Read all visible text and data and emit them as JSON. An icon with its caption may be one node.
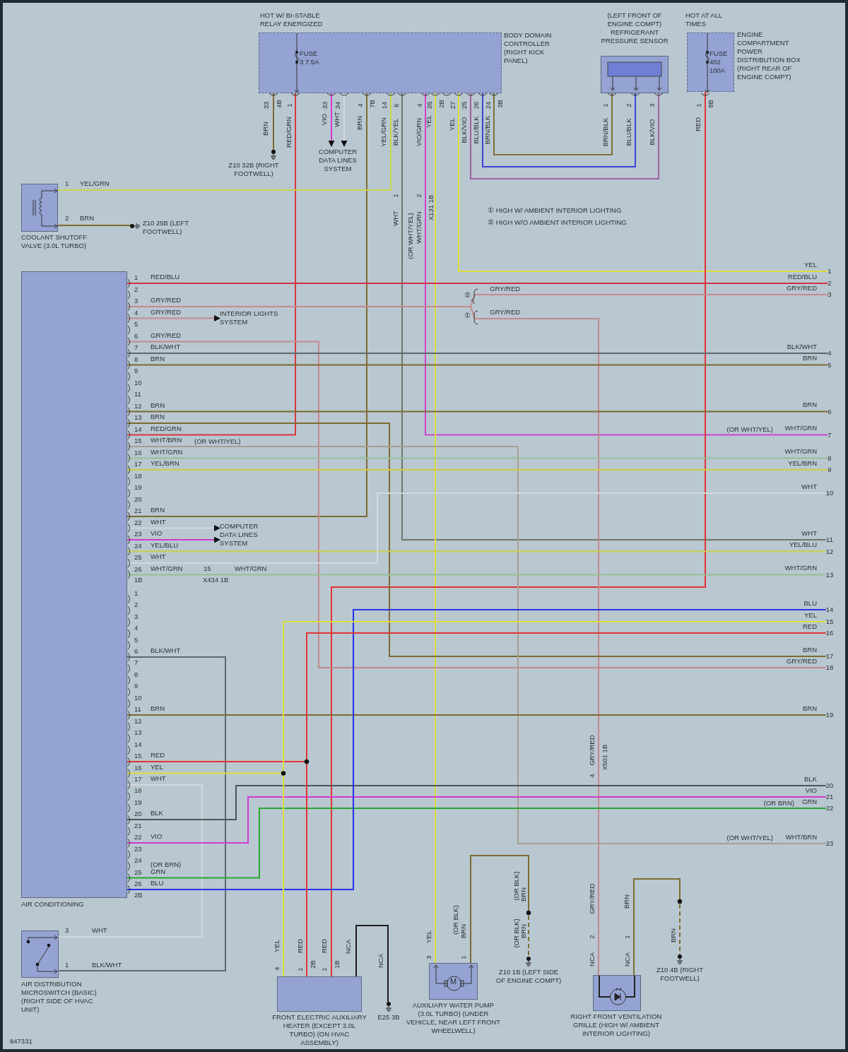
{
  "diagram": {
    "nodes": [
      {
        "text": [
          "HOT W/ BI-STABLE RELAY ENERGIZED",
          "FUSE 3 7.5A",
          "BODY DOMAIN CONTROLLER (RIGHT KICK PANEL)"
        ]
      },
      {
        "text": [
          "(LEFT FRONT OF ENGINE COMPT) REFRIGERANT PRESSURE SENSOR"
        ]
      },
      {
        "text": [
          "HOT AT ALL TIMES",
          "FUSE 402 100A",
          "ENGINE COMPARTMENT POWER DISTRIBUTION BOX (RIGHT REAR OF ENGINE COMPT)"
        ]
      },
      {
        "text": [
          "COOLANT SHUTOFF VALVE (3.0L TURBO)"
        ]
      },
      {
        "text": [
          "Z10 32B (RIGHT FOOTWELL)"
        ]
      },
      {
        "text": [
          "COMPUTER DATA LINES SYSTEM"
        ]
      },
      {
        "text": [
          "Z10 25B (LEFT FOOTWELL)"
        ]
      },
      {
        "text": [
          "AIR CONDITIONING"
        ]
      },
      {
        "text": [
          "INTERIOR LIGHTS SYSTEM"
        ]
      },
      {
        "text": [
          "COMPUTER DATA LINES SYSTEM"
        ]
      },
      {
        "text": [
          "AIR DISTRIBUTION MICROSWITCH (BASIC) (RIGHT SIDE OF HVAC UNIT)"
        ]
      },
      {
        "text": [
          "FRONT ELECTRIC AUXILIARY HEATER (EXCEPT 3.0L TURBO) (ON HVAC ASSEMBLY)"
        ]
      },
      {
        "text": [
          "E25 3B"
        ]
      },
      {
        "text": [
          "M",
          "AUXILIARY WATER PUMP (3.0L TURBO) (UNDER VEHICLE, NEAR LEFT FRONT WHEELWELL)"
        ]
      },
      {
        "text": [
          "Z10 1B (LEFT SIDE OF ENGINE COMPT)"
        ]
      },
      {
        "text": [
          "RIGHT FRONT VENTILATION GRILLE (HIGH W/ AMBIENT INTERIOR LIGHTING)"
        ]
      },
      {
        "text": [
          "Z10 4B (RIGHT FOOTWELL)"
        ]
      },
      {
        "text": [
          "1"
        ]
      },
      {
        "text": [
          "2"
        ]
      },
      {
        "text": [
          "3"
        ]
      },
      {
        "text": [
          "4"
        ]
      },
      {
        "text": [
          "5"
        ]
      },
      {
        "text": [
          "6"
        ]
      },
      {
        "text": [
          "7"
        ]
      },
      {
        "text": [
          "8"
        ]
      },
      {
        "text": [
          "9"
        ]
      },
      {
        "text": [
          "10"
        ]
      },
      {
        "text": [
          "11"
        ]
      },
      {
        "text": [
          "12"
        ]
      },
      {
        "text": [
          "13"
        ]
      },
      {
        "text": [
          "14"
        ]
      },
      {
        "text": [
          "15"
        ]
      },
      {
        "text": [
          "16"
        ]
      },
      {
        "text": [
          "17"
        ]
      },
      {
        "text": [
          "18"
        ]
      },
      {
        "text": [
          "19"
        ]
      },
      {
        "text": [
          "20"
        ]
      },
      {
        "text": [
          "21"
        ]
      },
      {
        "text": [
          "22"
        ]
      },
      {
        "text": [
          "23"
        ]
      }
    ],
    "edges": [
      {
        "from": 0,
        "to": 4,
        "arrow": "none",
        "label": "BRN",
        "color": "#7d6b2f"
      },
      {
        "from": 0,
        "to": 7,
        "arrow": "none",
        "label": "RED/GRN",
        "color": "#d8383a"
      },
      {
        "from": 0,
        "to": 5,
        "arrow": "to",
        "label": "VIO",
        "color": "#d23ad2"
      },
      {
        "from": 0,
        "to": 5,
        "arrow": "to",
        "label": "WHT",
        "color": "#d2d8dc"
      },
      {
        "from": 0,
        "to": 7,
        "arrow": "none",
        "label": "BRN",
        "color": "#7d6b2f"
      },
      {
        "from": 0,
        "to": 3,
        "arrow": "none",
        "label": "YEL/GRN",
        "color": "#c5d64a"
      },
      {
        "from": 0,
        "to": 27,
        "arrow": "none",
        "label": "BLK/YEL",
        "color": "#707566"
      },
      {
        "from": 0,
        "to": 23,
        "arrow": "none",
        "label": "VIO/GRN",
        "color": "#cc44cc"
      },
      {
        "from": 0,
        "to": 13,
        "arrow": "none",
        "label": "YEL",
        "color": "#dede3a"
      },
      {
        "from": 0,
        "to": 17,
        "arrow": "none",
        "label": "YEL",
        "color": "#dede3a"
      },
      {
        "from": 0,
        "to": 1,
        "arrow": "none",
        "label": "BLK/VIO",
        "color": "#a2609e"
      },
      {
        "from": 0,
        "to": 1,
        "arrow": "none",
        "label": "BLU/BLK",
        "color": "#3a46d6"
      },
      {
        "from": 0,
        "to": 1,
        "arrow": "none",
        "label": "BRN/BLK",
        "color": "#80703a"
      },
      {
        "from": 2,
        "to": 11,
        "arrow": "none",
        "label": "RED",
        "color": "#e03434"
      },
      {
        "from": 3,
        "to": 6,
        "arrow": "none",
        "label": "BRN",
        "color": "#7d6b2f"
      },
      {
        "from": 7,
        "to": 18,
        "arrow": "none",
        "label": "RED/BLU",
        "color": "#d4304a"
      },
      {
        "from": 7,
        "to": 19,
        "arrow": "none",
        "label": "GRY/RED",
        "color": "#c48a8c"
      },
      {
        "from": 7,
        "to": 15,
        "arrow": "none",
        "label": "GRY/RED",
        "color": "#c48a8c"
      },
      {
        "from": 7,
        "to": 8,
        "arrow": "to",
        "label": "GRY/RED",
        "color": "#c48a8c"
      },
      {
        "from": 7,
        "to": 34,
        "arrow": "none",
        "label": "GRY/RED",
        "color": "#c48a8c"
      },
      {
        "from": 7,
        "to": 20,
        "arrow": "none",
        "label": "BLK/WHT",
        "color": "#5f6a6e"
      },
      {
        "from": 7,
        "to": 21,
        "arrow": "none",
        "label": "BRN",
        "color": "#7d6b2f"
      },
      {
        "from": 7,
        "to": 22,
        "arrow": "none",
        "label": "BRN",
        "color": "#7d6b2f"
      },
      {
        "from": 7,
        "to": 33,
        "arrow": "none",
        "label": "BRN",
        "color": "#7d6b2f"
      },
      {
        "from": 7,
        "to": 39,
        "arrow": "none",
        "label": "WHT/BRN",
        "color": "#a89f8e"
      },
      {
        "from": 7,
        "to": 24,
        "arrow": "none",
        "label": "WHT/GRN",
        "color": "#96bf96"
      },
      {
        "from": 7,
        "to": 25,
        "arrow": "none",
        "label": "YEL/BRN",
        "color": "#d0cc3e"
      },
      {
        "from": 7,
        "to": 9,
        "arrow": "to",
        "label": "WHT",
        "color": "#d2d8dc"
      },
      {
        "from": 7,
        "to": 9,
        "arrow": "to",
        "label": "VIO",
        "color": "#d23ad2"
      },
      {
        "from": 7,
        "to": 28,
        "arrow": "none",
        "label": "YEL/BLU",
        "color": "#c9d04c"
      },
      {
        "from": 7,
        "to": 26,
        "arrow": "none",
        "label": "WHT",
        "color": "#d2d8dc"
      },
      {
        "from": 7,
        "to": 29,
        "arrow": "none",
        "label": "WHT/GRN",
        "color": "#96bf96"
      },
      {
        "from": 7,
        "to": 10,
        "arrow": "none",
        "label": "BLK/WHT",
        "color": "#5f6a6e"
      },
      {
        "from": 7,
        "to": 35,
        "arrow": "none",
        "label": "BRN",
        "color": "#7d6b2f"
      },
      {
        "from": 7,
        "to": 11,
        "arrow": "none",
        "label": "RED",
        "color": "#e03434"
      },
      {
        "from": 7,
        "to": 11,
        "arrow": "none",
        "label": "YEL",
        "color": "#dede3a"
      },
      {
        "from": 7,
        "to": 10,
        "arrow": "none",
        "label": "WHT",
        "color": "#d2d8dc"
      },
      {
        "from": 7,
        "to": 36,
        "arrow": "none",
        "label": "BLK",
        "color": "#4e5558"
      },
      {
        "from": 7,
        "to": 37,
        "arrow": "none",
        "label": "VIO",
        "color": "#d23ad2"
      },
      {
        "from": 7,
        "to": 38,
        "arrow": "none",
        "label": "GRN",
        "color": "#24a82c"
      },
      {
        "from": 7,
        "to": 30,
        "arrow": "none",
        "label": "BLU",
        "color": "#2434e8"
      },
      {
        "from": 31,
        "to": 11,
        "arrow": "none",
        "label": "YEL",
        "color": "#dede3a"
      },
      {
        "from": 32,
        "to": 11,
        "arrow": "none",
        "label": "RED",
        "color": "#e03434"
      },
      {
        "from": 11,
        "to": 12,
        "arrow": "none",
        "label": "NCA",
        "color": "#1e1e1e"
      },
      {
        "from": 13,
        "to": 14,
        "arrow": "none",
        "label": "BRN",
        "color": "#7d6b2f",
        "style": "dashed"
      },
      {
        "from": 15,
        "to": 16,
        "arrow": "none",
        "label": "BRN",
        "color": "#7d6b2f",
        "style": "dashed"
      }
    ],
    "labels": [
      "1",
      "2",
      "3",
      "4",
      "5",
      "6",
      "7",
      "8",
      "9",
      "10",
      "11",
      "12",
      "13",
      "14",
      "15",
      "16",
      "17",
      "18",
      "19",
      "20",
      "21",
      "22",
      "23",
      "24",
      "25",
      "26",
      "1B",
      "1",
      "2",
      "3",
      "4",
      "5",
      "6",
      "7",
      "8",
      "9",
      "10",
      "11",
      "12",
      "13",
      "14",
      "15",
      "16",
      "17",
      "18",
      "19",
      "20",
      "21",
      "22",
      "23",
      "24",
      "25",
      "26",
      "2B",
      "33",
      "4B",
      "1",
      "33",
      "34",
      "4",
      "7B",
      "14",
      "6",
      "4",
      "35",
      "2B",
      "27",
      "25",
      "26",
      "24",
      "3B",
      "1",
      "2",
      "3",
      "1",
      "8B",
      "BRN/BLK",
      "BLU/BLK",
      "BLK/VIO",
      "1",
      "WHT",
      "2",
      "X131 1B",
      "(OR WHT/YEL)",
      "WHT/GRN",
      "① HIGH W/ AMBIENT INTERIOR LIGHTING",
      "② HIGH W/O AMBIENT INTERIOR LIGHTING",
      "1",
      "YEL/GRN",
      "2",
      "(OR WHT/YEL)",
      "RED/GRN",
      "BRN",
      "15",
      "WHT/GRN",
      "X434 1B",
      "(OR BRN)",
      "②",
      "①",
      "GRY/RED",
      "YEL",
      "RED/BLU",
      "GRY/RED",
      "BLK/WHT",
      "BRN",
      "BRN",
      "(OR WHT/YEL)",
      "WHT/GRN",
      "WHT/GRN",
      "YEL/BRN",
      "WHT",
      "WHT",
      "YEL/BLU",
      "WHT/GRN",
      "BLU",
      "BRN",
      "GRY/RED",
      "BRN",
      "BLK",
      "VIO",
      "(OR BRN)",
      "GRN",
      "(OR WHT/YEL)",
      "WHT/BRN",
      "4",
      "GRY/RED",
      "X501 1B",
      "3",
      "WHT",
      "1",
      "BLK/WHT",
      "YEL",
      "4",
      "RED",
      "1",
      "2B",
      "RED",
      "1",
      "1B",
      "NCA",
      "YEL",
      "3",
      "(OR BLK)",
      "1",
      "(OR BLK)",
      "BRN",
      "(OR BLK)",
      "BRN",
      "GRY/RED",
      "2",
      "NCA",
      "1",
      "NCA",
      "BRN",
      "847331"
    ]
  }
}
